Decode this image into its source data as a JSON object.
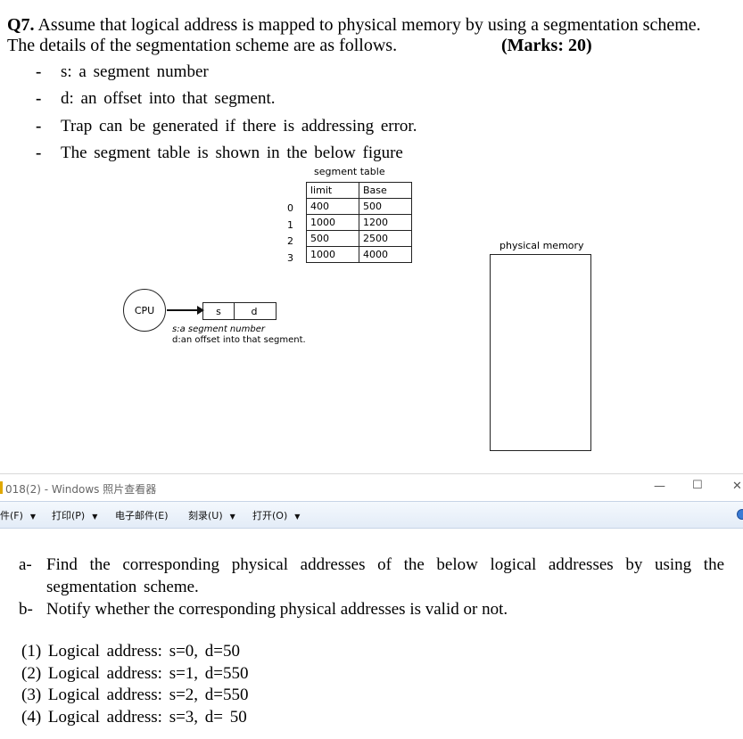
{
  "question": {
    "number": "Q7.",
    "line1": "Assume that logical address is mapped to physical memory by using a segmentation scheme.",
    "line2": "The details of the segmentation scheme are as follows.",
    "marks": "(Marks: 20)"
  },
  "bullets": [
    "s: a segment number",
    "d: an offset into that segment.",
    "Trap can be generated if there is addressing error.",
    "The segment table is shown in the below figure"
  ],
  "figure": {
    "table_title": "segment table",
    "headers": [
      "limit",
      "Base"
    ],
    "row_indices": [
      "0",
      "1",
      "2",
      "3"
    ],
    "rows": [
      [
        "400",
        "500"
      ],
      [
        "1000",
        "1200"
      ],
      [
        "500",
        "2500"
      ],
      [
        "1000",
        "4000"
      ]
    ],
    "memory_label": "physical memory",
    "cpu_label": "CPU",
    "s_label": "s",
    "d_label": "d",
    "legend_s": "s:a segment number",
    "legend_d": "d:an offset into that segment."
  },
  "viewer": {
    "title": "018(2) - Windows 照片查看器",
    "minimize": "—",
    "maximize": "☐",
    "close": "✕",
    "menu": [
      "件(F)",
      "打印(P)",
      "电子邮件(E)",
      "刻录(U)",
      "打开(O)"
    ]
  },
  "parts": [
    {
      "label": "a-",
      "text": "Find the corresponding physical addresses of the below logical addresses by using the segmentation scheme."
    },
    {
      "label": "b-",
      "text": "Notify whether the corresponding physical addresses is valid or not."
    }
  ],
  "logical_addresses": [
    "(1) Logical address: s=0, d=50",
    "(2) Logical address: s=1, d=550",
    "(3) Logical address: s=2, d=550",
    "(4) Logical address: s=3, d= 50"
  ]
}
